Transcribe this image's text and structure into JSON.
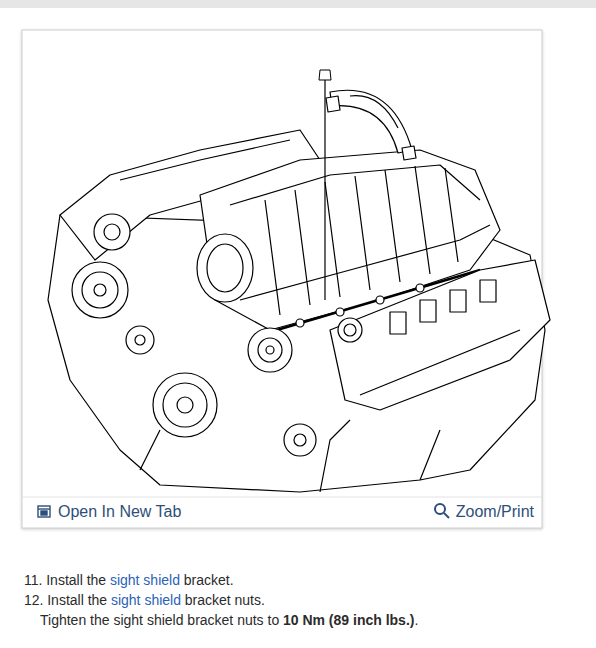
{
  "diagram": {
    "labels": [
      "Open In New Tab",
      "Zoom/Print",
      "11.",
      "Install the",
      "sight shield",
      "bracket.",
      "12.",
      "Install the",
      "sight shield",
      "bracket nuts.",
      "Tighten the sight shield bracket nuts to",
      "10 Nm (89 inch lbs.)",
      "."
    ]
  }
}
